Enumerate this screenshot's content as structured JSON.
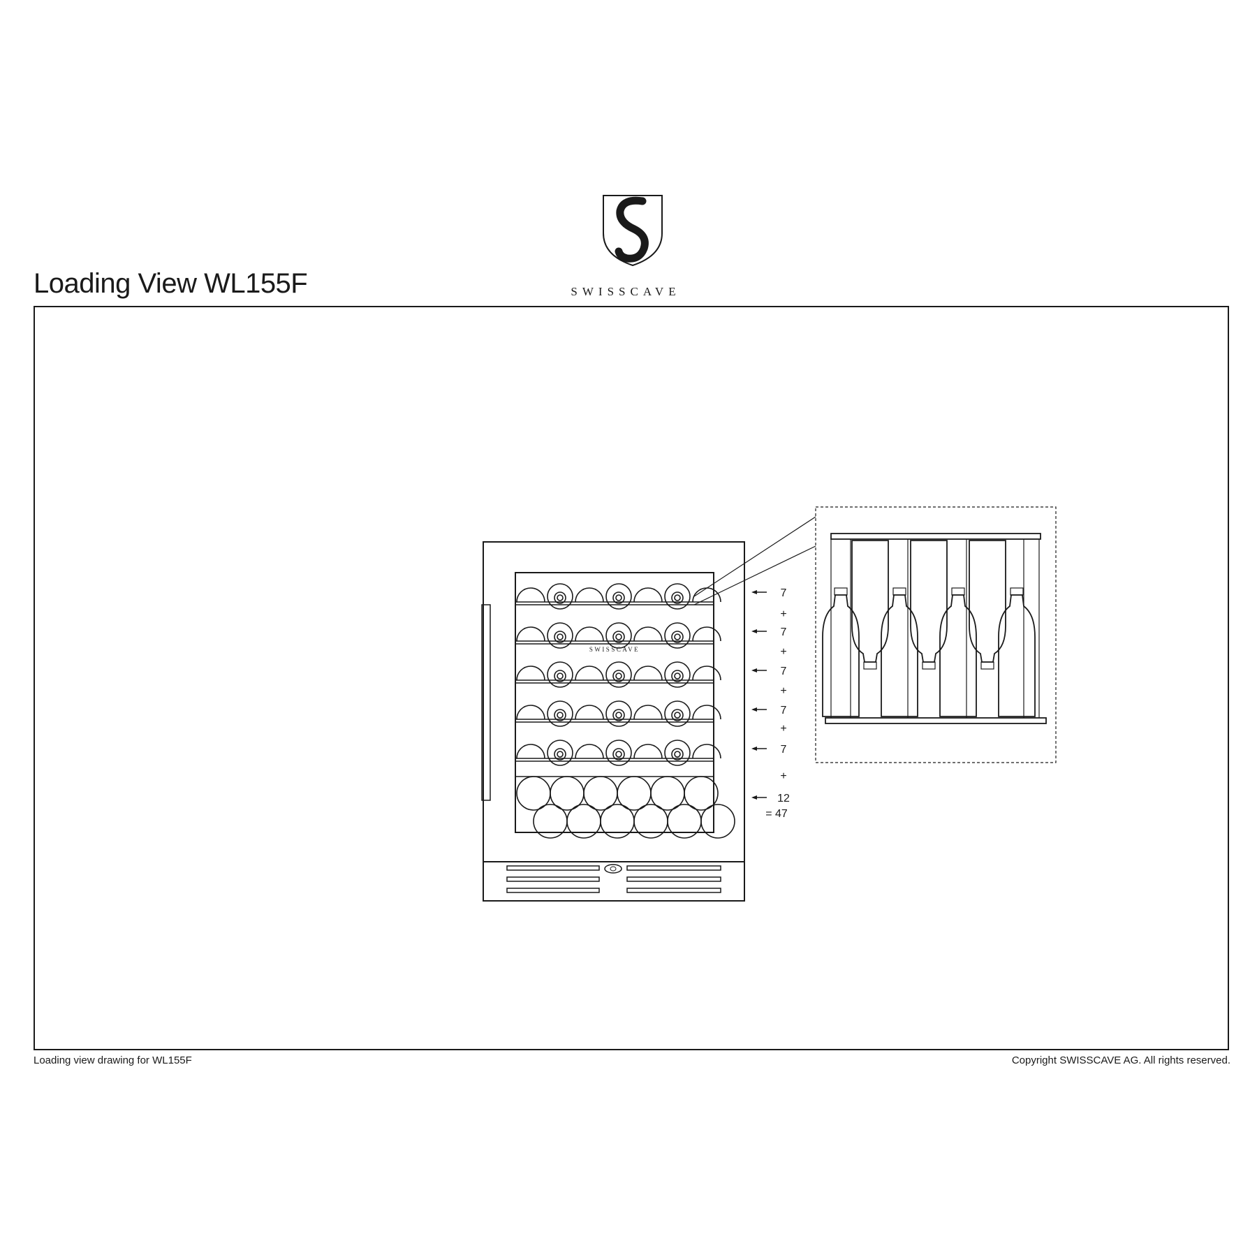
{
  "header": {
    "title": "Loading View WL155F",
    "brand": "SWISSCAVE"
  },
  "cabinet": {
    "door_brand": "SWISSCAVE",
    "shelves": [
      {
        "count_label": "7",
        "plus": "+"
      },
      {
        "count_label": "7",
        "plus": "+"
      },
      {
        "count_label": "7",
        "plus": "+"
      },
      {
        "count_label": "7",
        "plus": "+"
      },
      {
        "count_label": "7",
        "plus": "+"
      },
      {
        "count_label": "12"
      }
    ],
    "total_label": "= 47"
  },
  "footer": {
    "left": "Loading view drawing for WL155F",
    "right": "Copyright SWISSCAVE AG. All rights reserved."
  },
  "colors": {
    "line": "#1a1a1a",
    "background": "#ffffff"
  }
}
